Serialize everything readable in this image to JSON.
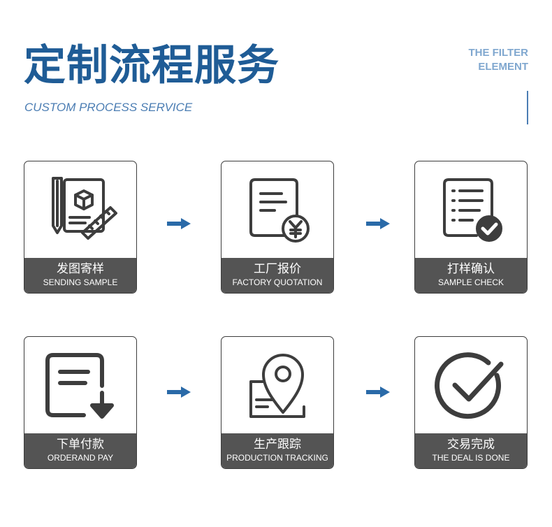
{
  "header": {
    "title": "定制流程服务",
    "subtitle": "CUSTOM PROCESS SERVICE",
    "corner_line1": "THE FILTER",
    "corner_line2": "ELEMENT"
  },
  "colors": {
    "title": "#1f5c96",
    "accent": "#2a6aa8",
    "icon": "#3d3d3d",
    "label_bg": "#545454"
  },
  "steps": [
    {
      "cn": "发图寄样",
      "en": "SENDING SAMPLE",
      "icon": "blueprint-ruler-icon"
    },
    {
      "cn": "工厂报价",
      "en": "FACTORY QUOTATION",
      "icon": "quotation-yen-icon"
    },
    {
      "cn": "打样确认",
      "en": "SAMPLE CHECK",
      "icon": "checklist-check-icon"
    },
    {
      "cn": "下单付款",
      "en": "ORDERAND PAY",
      "icon": "order-download-icon"
    },
    {
      "cn": "生产跟踪",
      "en": "PRODUCTION TRACKING",
      "icon": "location-pin-icon"
    },
    {
      "cn": "交易完成",
      "en": "THE DEAL IS DONE",
      "icon": "check-circle-icon"
    }
  ]
}
